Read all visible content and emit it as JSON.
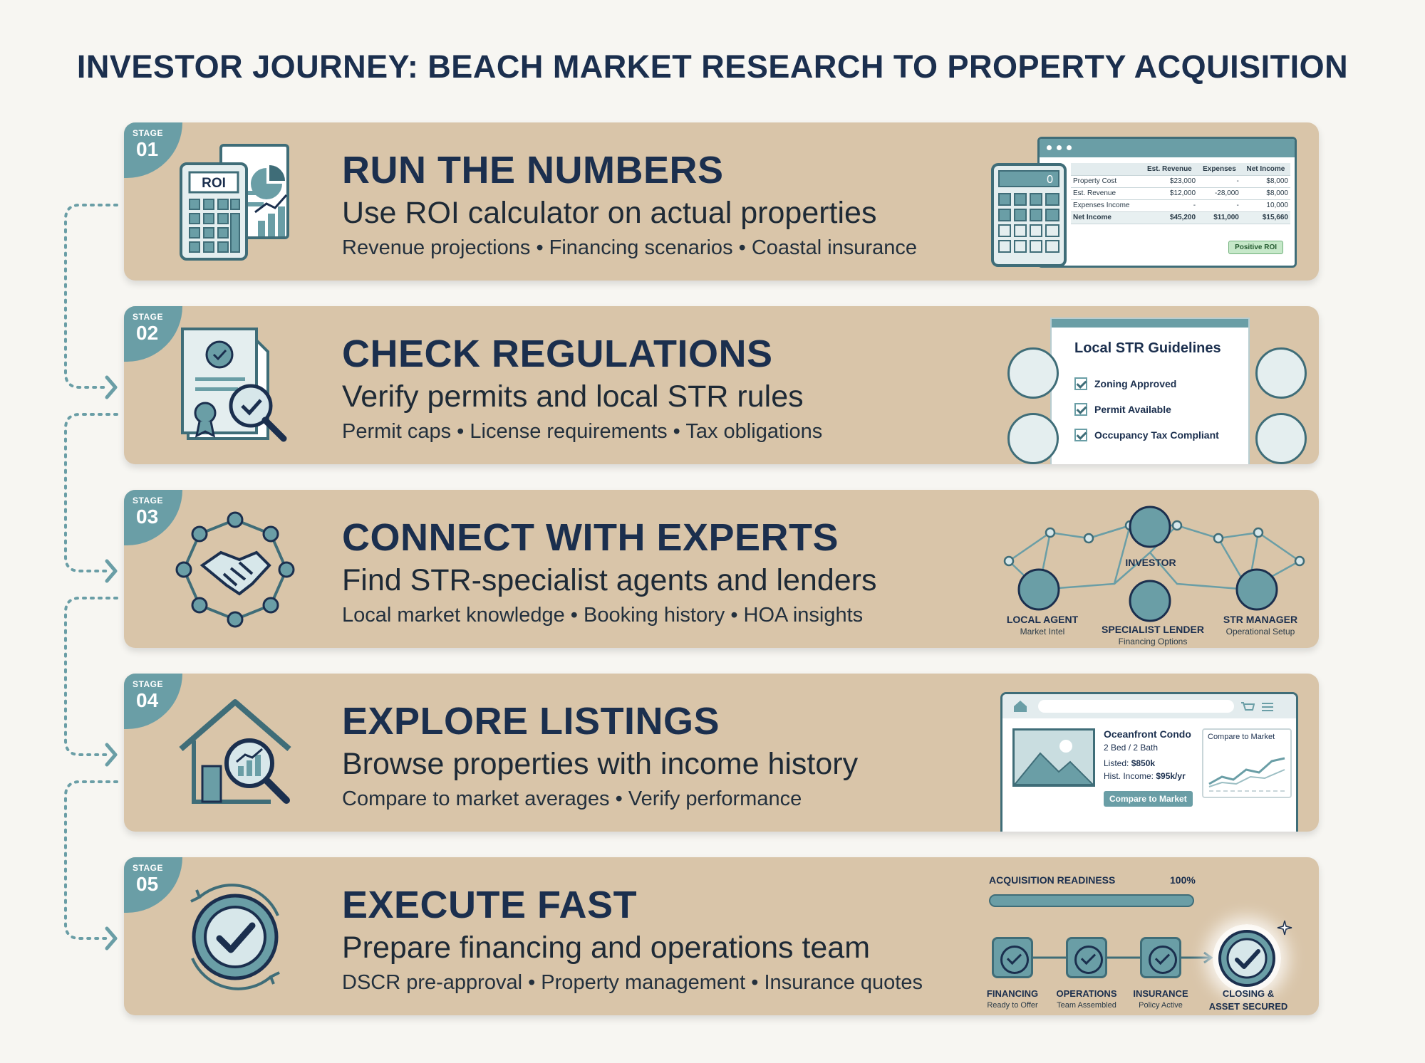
{
  "title": "INVESTOR JOURNEY: BEACH MARKET RESEARCH TO PROPERTY ACQUISITION",
  "colors": {
    "card": "#d9c5a9",
    "accent": "#6a9ea6",
    "dark": "#1b2f4e",
    "background": "#f7f6f2"
  },
  "stages": [
    {
      "label": "STAGE",
      "number": "01",
      "heading": "RUN THE NUMBERS",
      "subheading": "Use ROI calculator on actual properties",
      "details": "Revenue projections • Financing scenarios • Coastal insurance",
      "icon": "roi-calculator-icon",
      "visual": {
        "calc_display": "0",
        "calc_icon_text": "ROI",
        "columns": [
          "",
          "Est. Revenue",
          "Expenses",
          "Net Income"
        ],
        "rows": [
          [
            "Property Cost",
            "$23,000",
            "-",
            "$8,000"
          ],
          [
            "Est. Revenue",
            "$12,000",
            "-28,000",
            "$8,000"
          ],
          [
            "Expenses Income",
            "-",
            "-",
            "10,000"
          ],
          [
            "Net Income",
            "$45,200",
            "$11,000",
            "$15,660"
          ]
        ],
        "badge": "Positive ROI"
      }
    },
    {
      "label": "STAGE",
      "number": "02",
      "heading": "CHECK REGULATIONS",
      "subheading": "Verify permits and local STR rules",
      "details": "Permit caps • License requirements • Tax obligations",
      "icon": "permit-document-icon",
      "visual": {
        "title": "Local STR Guidelines",
        "items": [
          "Zoning Approved",
          "Permit Available",
          "Occupancy Tax Compliant"
        ]
      }
    },
    {
      "label": "STAGE",
      "number": "03",
      "heading": "CONNECT WITH EXPERTS",
      "subheading": "Find STR-specialist agents and lenders",
      "details": "Local market knowledge • Booking history • HOA insights",
      "icon": "handshake-network-icon",
      "visual": {
        "center": "INVESTOR",
        "nodes": [
          {
            "label": "LOCAL AGENT",
            "sub": "Market Intel"
          },
          {
            "label": "SPECIALIST LENDER",
            "sub": "Financing Options"
          },
          {
            "label": "STR MANAGER",
            "sub": "Operational Setup"
          }
        ]
      }
    },
    {
      "label": "STAGE",
      "number": "04",
      "heading": "EXPLORE LISTINGS",
      "subheading": "Browse properties with income history",
      "details": "Compare to market averages • Verify performance",
      "icon": "house-search-icon",
      "visual": {
        "listing_title": "Oceanfront Condo",
        "listing_beds": "2 Bed / 2 Bath",
        "listed_label": "Listed: ",
        "listed_value": "$850k",
        "income_label": "Hist. Income: ",
        "income_value": "$95k/yr",
        "button": "Compare to Market",
        "card_title": "Compare to Market"
      }
    },
    {
      "label": "STAGE",
      "number": "05",
      "heading": "EXECUTE FAST",
      "subheading": "Prepare financing and operations team",
      "details": "DSCR pre-approval • Property management • Insurance quotes",
      "icon": "cycle-check-icon",
      "visual": {
        "readiness_label": "ACQUISITION READINESS",
        "readiness_pct": "100%",
        "readiness_value": 100,
        "steps": [
          {
            "label": "FINANCING",
            "sub": "Ready to Offer"
          },
          {
            "label": "OPERATIONS",
            "sub": "Team Assembled"
          },
          {
            "label": "INSURANCE",
            "sub": "Policy Active"
          }
        ],
        "final_line1": "CLOSING &",
        "final_line2": "ASSET SECURED"
      }
    }
  ]
}
